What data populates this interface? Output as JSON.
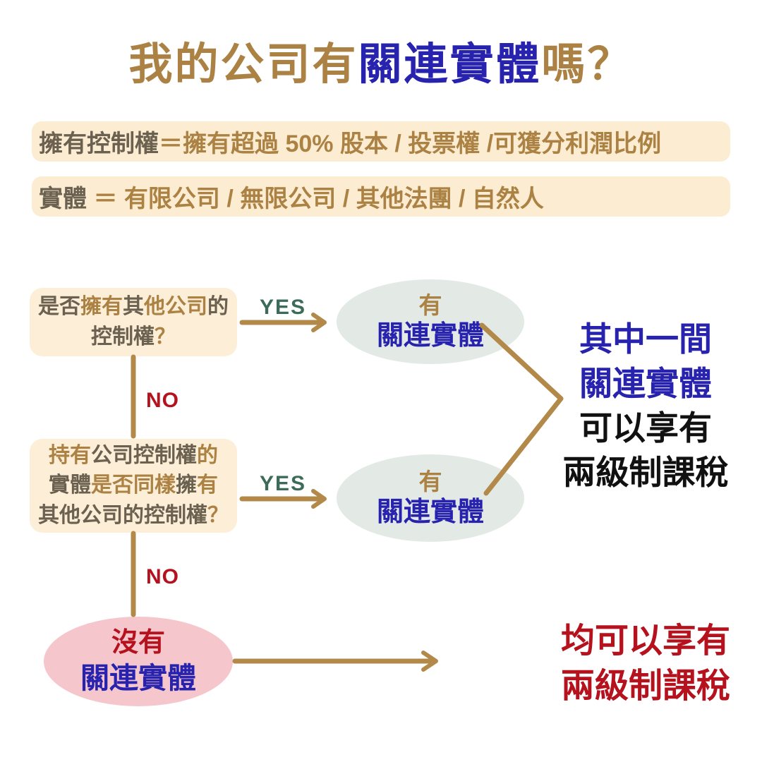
{
  "colors": {
    "gold_line": "#b3894a",
    "gold_text": "#ab8243",
    "dark_text": "#6b6150",
    "blue": "#2823ae",
    "green": "#3c6b5a",
    "red": "#b5121e",
    "black": "#111111",
    "bar_bg": "#fcecd2",
    "box_bg": "#fdeed8",
    "ellipse_green_bg": "#e3eae6",
    "ellipse_pink_bg": "#f6c6cd"
  },
  "title": {
    "segments": [
      {
        "t": "我的公司有",
        "c": "gold"
      },
      {
        "t": "關連實體",
        "c": "blue"
      },
      {
        "t": "嗎？",
        "c": "gold"
      }
    ]
  },
  "definitions": {
    "control": {
      "segments": [
        {
          "t": "擁有控制權",
          "c": "dark"
        },
        {
          "t": "＝",
          "c": "gold"
        },
        {
          "t": "擁有超過 50% 股本 / 投票權 /可獲分利潤比例",
          "c": "gold"
        }
      ]
    },
    "entity": {
      "segments": [
        {
          "t": "實體",
          "c": "dark"
        },
        {
          "t": " ＝ ",
          "c": "gold"
        },
        {
          "t": "有限公司 / 無限公司 / 其他法團 / 自然人",
          "c": "gold"
        }
      ]
    }
  },
  "flow": {
    "question1": {
      "line1": {
        "segments": [
          {
            "t": "是否",
            "c": "dark"
          },
          {
            "t": "擁有",
            "c": "gold"
          },
          {
            "t": "其",
            "c": "dark"
          },
          {
            "t": "他公司",
            "c": "gold"
          },
          {
            "t": "的",
            "c": "dark"
          }
        ]
      },
      "line2": {
        "segments": [
          {
            "t": "控制權",
            "c": "dark"
          },
          {
            "t": "？",
            "c": "gold"
          }
        ]
      }
    },
    "yes1": "YES",
    "no1": "NO",
    "result_has1": {
      "top": "有",
      "bottom": "關連實體"
    },
    "question2": {
      "line1": {
        "segments": [
          {
            "t": "持有",
            "c": "gold"
          },
          {
            "t": "公司控制權",
            "c": "dark"
          },
          {
            "t": "的",
            "c": "gold"
          }
        ]
      },
      "line2": {
        "segments": [
          {
            "t": "實體",
            "c": "dark"
          },
          {
            "t": "是否同樣",
            "c": "gold"
          },
          {
            "t": "擁",
            "c": "dark"
          },
          {
            "t": "有",
            "c": "gold"
          }
        ]
      },
      "line3": {
        "segments": [
          {
            "t": "其他公司的控制權",
            "c": "dark"
          },
          {
            "t": "？",
            "c": "gold"
          }
        ]
      }
    },
    "yes2": "YES",
    "no2": "NO",
    "result_has2": {
      "top": "有",
      "bottom": "關連實體"
    },
    "result_none": {
      "top": "沒有",
      "bottom": "關連實體"
    },
    "outcome_one": {
      "segments": [
        {
          "t": "其中一間",
          "c": "blue"
        },
        {
          "t": "關連實體",
          "c": "blue"
        },
        {
          "t": "可以享有",
          "c": "black"
        },
        {
          "t": "兩級制課稅",
          "c": "black"
        }
      ]
    },
    "outcome_all": {
      "segments": [
        {
          "t": "均可以享有",
          "c": "red"
        },
        {
          "t": "兩級制課稅",
          "c": "red"
        }
      ]
    }
  }
}
